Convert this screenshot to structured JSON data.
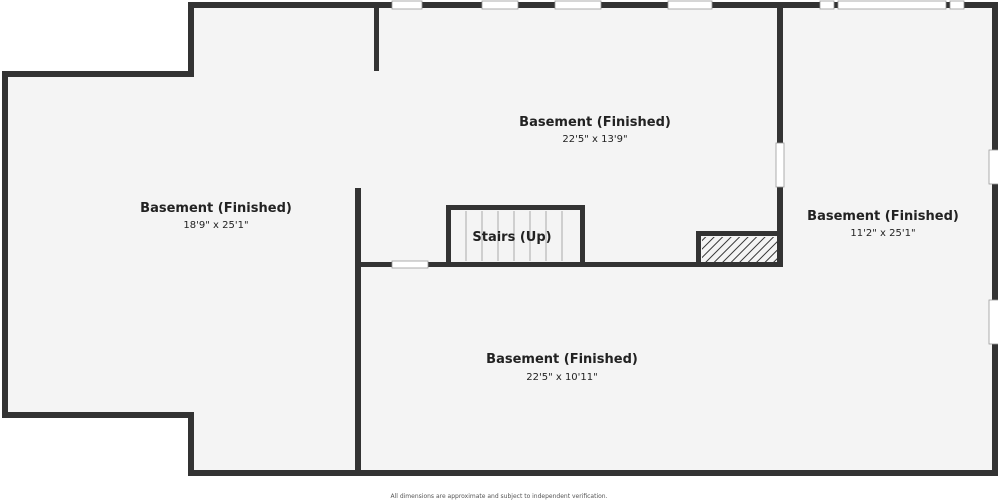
{
  "rooms": {
    "left": {
      "name": "Basement (Finished)",
      "dims": "18'9\" x 25'1\""
    },
    "top_center": {
      "name": "Basement (Finished)",
      "dims": "22'5\" x 13'9\""
    },
    "right": {
      "name": "Basement (Finished)",
      "dims": "11'2\" x 25'1\""
    },
    "bottom_center": {
      "name": "Basement (Finished)",
      "dims": "22'5\" x 10'11\""
    }
  },
  "stairs": {
    "label": "Stairs (Up)"
  },
  "footer": {
    "disclaimer": "All dimensions are approximate and subject to independent verification."
  },
  "colors": {
    "wall": "#333333",
    "floor": "#f4f4f4",
    "window": "#ffffff"
  }
}
